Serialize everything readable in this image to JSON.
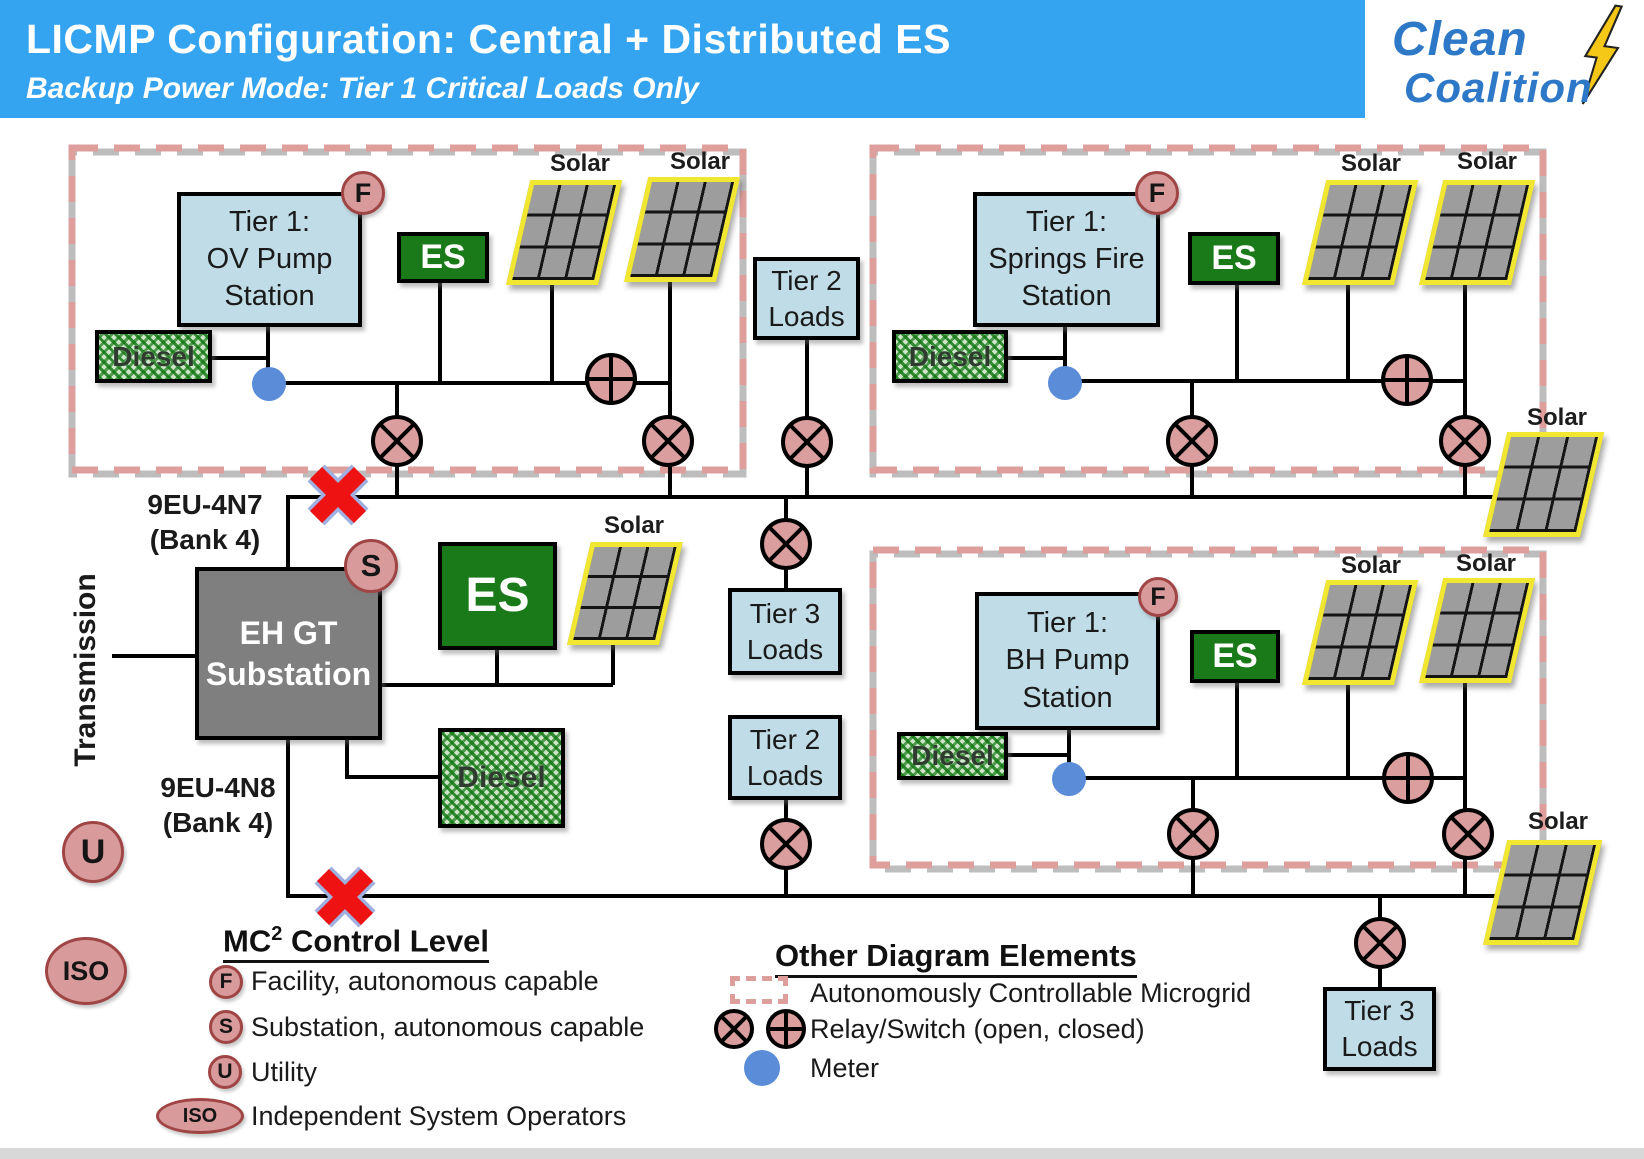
{
  "header": {
    "title": "LICMP Configuration: Central + Distributed ES",
    "subtitle": "Backup Power Mode: Tier 1 Critical Loads Only",
    "logo_top": "Clean",
    "logo_bottom": "Coalition"
  },
  "boxes": {
    "tier1_ov": {
      "lines": [
        "Tier 1:",
        "OV Pump",
        "Station"
      ]
    },
    "tier1_springs": {
      "lines": [
        "Tier 1:",
        "Springs Fire",
        "Station"
      ]
    },
    "tier1_bh": {
      "lines": [
        "Tier 1:",
        "BH Pump",
        "Station"
      ]
    },
    "tier2": {
      "lines": [
        "Tier 2",
        "Loads"
      ]
    },
    "tier3": {
      "lines": [
        "Tier 3",
        "Loads"
      ]
    },
    "substation": {
      "lines": [
        "EH GT",
        "Substation"
      ]
    },
    "es": "ES",
    "diesel": "Diesel",
    "solar": "Solar"
  },
  "labels": {
    "transmission": "Transmission",
    "feeder_top": {
      "line1": "9EU-4N7",
      "line2": "(Bank 4)"
    },
    "feeder_bottom": {
      "line1": "9EU-4N8",
      "line2": "(Bank 4)"
    }
  },
  "badges": {
    "f": "F",
    "s": "S",
    "u": "U",
    "iso": "ISO"
  },
  "legend_control": {
    "title_main": "MC",
    "title_sup": "2",
    "title_rest": " Control Level",
    "items": [
      {
        "badge": "F",
        "text": "Facility, autonomous capable"
      },
      {
        "badge": "S",
        "text": "Substation, autonomous capable"
      },
      {
        "badge": "U",
        "text": "Utility"
      },
      {
        "badge": "ISO",
        "text": "Independent System Operators"
      }
    ]
  },
  "legend_other": {
    "title": "Other Diagram Elements",
    "microgrid": "Autonomously Controllable Microgrid",
    "relay": "Relay/Switch (open, closed)",
    "meter": "Meter"
  },
  "colors": {
    "header_bg": "#35A4F0",
    "logo_blue": "#2E78C8",
    "box_blue": "#BFDCE7",
    "es_green": "#1A7A1A",
    "substation_gray": "#7F7F7F",
    "relay_pink": "#DB9E9E",
    "meter_blue": "#5A8CD8",
    "microgrid_dash": "#DE9E9C",
    "breaker_red": "#EE1212",
    "solar_frame": "#F2E730"
  }
}
